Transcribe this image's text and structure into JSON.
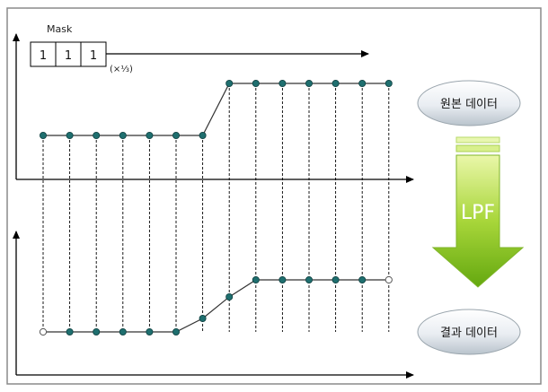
{
  "mask": {
    "label": "Mask",
    "cells": [
      "1",
      "1",
      "1"
    ],
    "scale": "(×⅓)"
  },
  "original_label": "원본 데이터",
  "result_label": "결과 데이터",
  "filter_label": "LPF",
  "signal": {
    "original_levels": [
      "low",
      "low",
      "low",
      "low",
      "low",
      "low",
      "low",
      "high",
      "high",
      "high",
      "high",
      "high",
      "high",
      "high"
    ],
    "filtered_levels": [
      "open",
      "low",
      "low",
      "low",
      "low",
      "low",
      "step1",
      "step2",
      "high",
      "high",
      "high",
      "high",
      "high",
      "open"
    ]
  },
  "colors": {
    "frame": "#7f7f7f",
    "point": "#1f6f6f",
    "arrow_light": "#d9f28a",
    "arrow_dark": "#6fb012"
  }
}
